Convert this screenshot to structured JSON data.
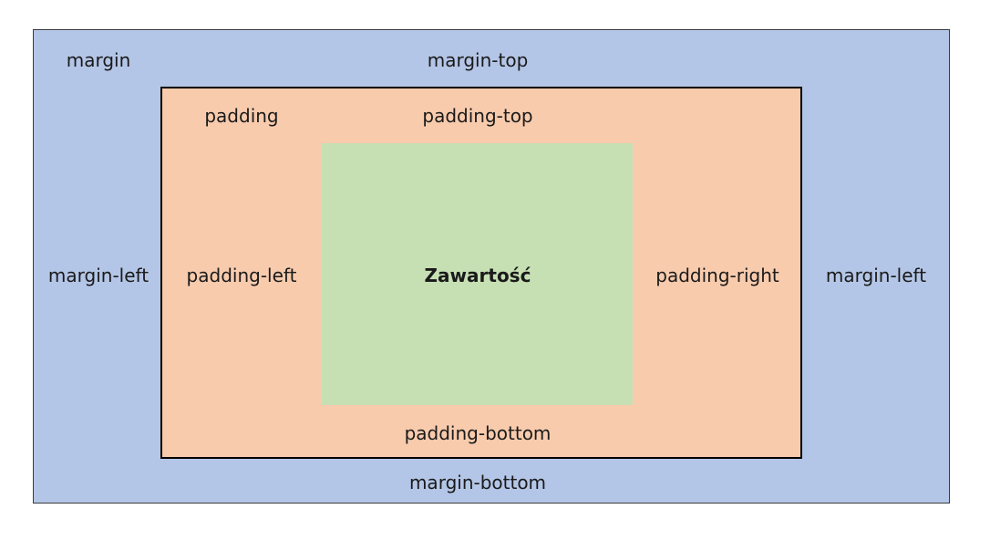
{
  "colors": {
    "margin_fill": "#b4c6e7",
    "padding_fill": "#f8cbad",
    "content_fill": "#c6e0b4",
    "border": "#000000"
  },
  "margin": {
    "label": "margin",
    "top": "margin-top",
    "left": "margin-left",
    "right": "margin-left",
    "bottom": "margin-bottom"
  },
  "padding": {
    "label": "padding",
    "top": "padding-top",
    "left": "padding-left",
    "right": "padding-right",
    "bottom": "padding-bottom"
  },
  "content": {
    "label": "Zawartość"
  }
}
